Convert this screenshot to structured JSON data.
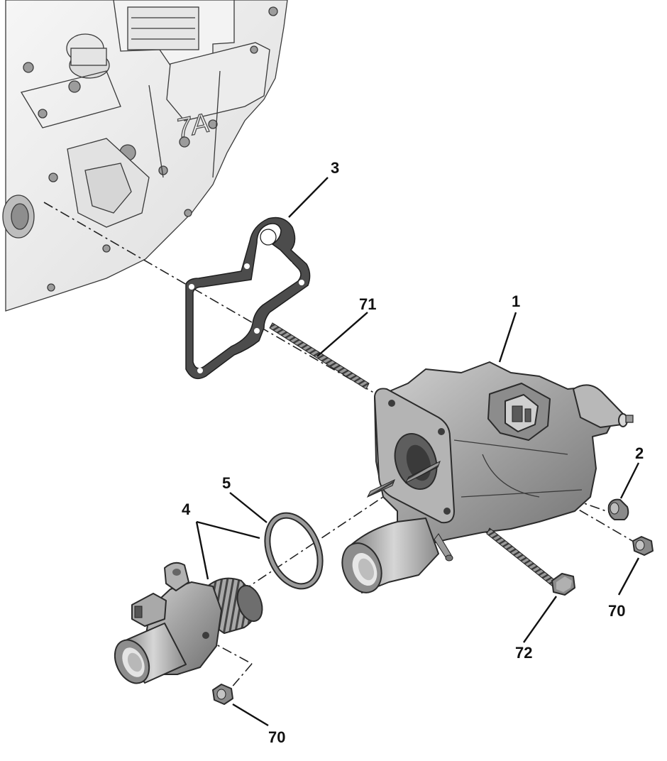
{
  "block_marking": "7A",
  "callouts": {
    "thermostat_housing": "1",
    "plug": "2",
    "gasket": "3",
    "thermostat": "4",
    "o_ring": "5",
    "nut_right": "70",
    "nut_bottom": "70",
    "stud": "71",
    "screw": "72"
  },
  "colors": {
    "engine_block": "#eeeeee",
    "housing": "#9d9d9d",
    "gasket": "#4c4c4c",
    "hardware": "#8a8a8a",
    "ink": "#111111"
  }
}
